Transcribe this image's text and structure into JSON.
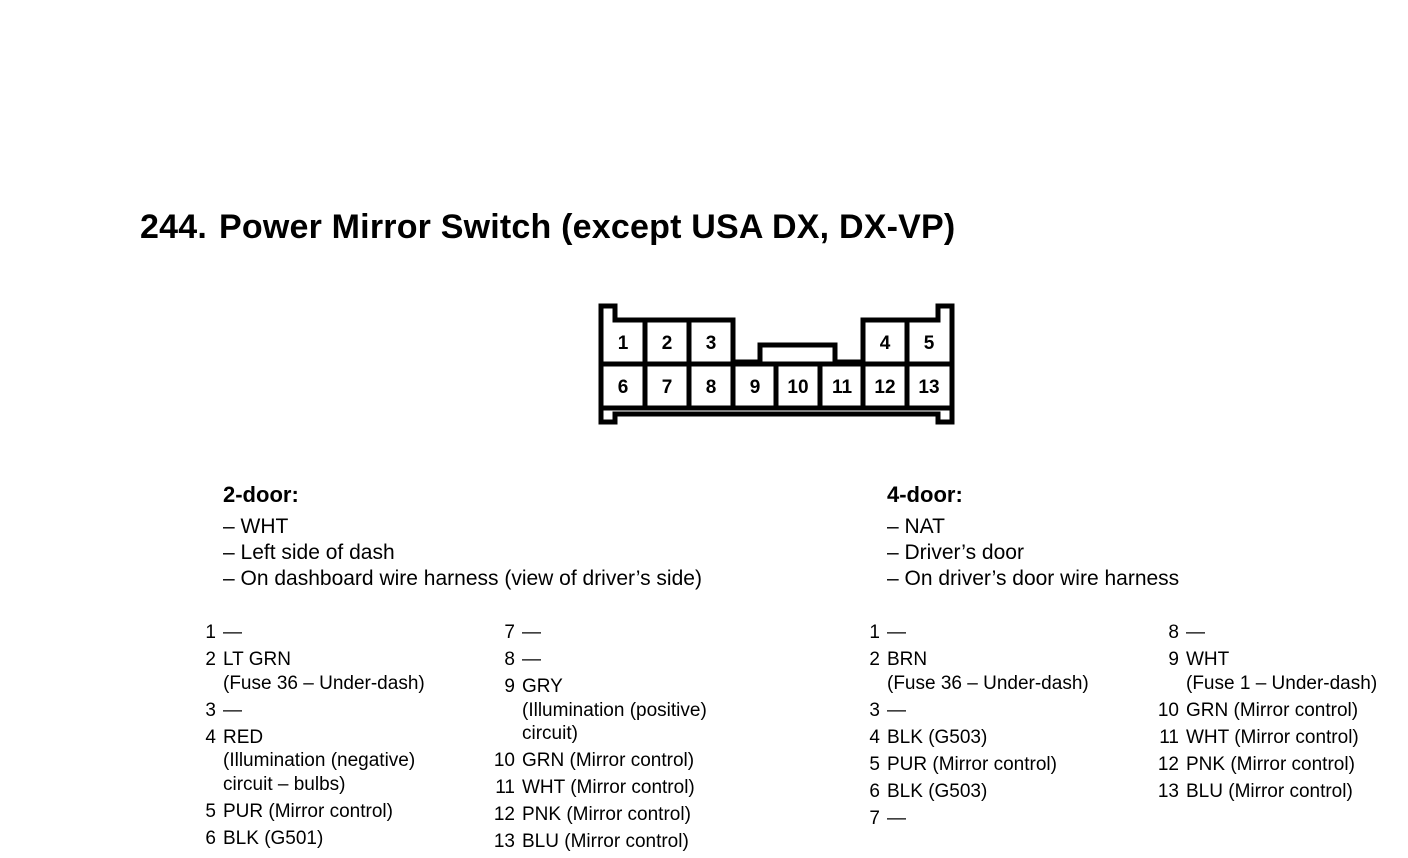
{
  "title": {
    "number": "244.",
    "text": "Power Mirror Switch (except USA DX, DX-VP)"
  },
  "connector": {
    "top_row": [
      "1",
      "2",
      "3",
      "4",
      "5"
    ],
    "bottom_row": [
      "6",
      "7",
      "8",
      "9",
      "10",
      "11",
      "12",
      "13"
    ]
  },
  "two_door": {
    "heading": "2-door:",
    "lines": [
      "– WHT",
      "– Left side of dash",
      "– On dashboard wire harness (view of driver’s side)"
    ],
    "col1": [
      {
        "n": "1",
        "lines": [
          "—"
        ]
      },
      {
        "n": "2",
        "lines": [
          "LT GRN",
          "(Fuse 36 – Under-dash)"
        ]
      },
      {
        "n": "3",
        "lines": [
          "—"
        ]
      },
      {
        "n": "4",
        "lines": [
          "RED",
          "(Illumination (negative)",
          "circuit – bulbs)"
        ]
      },
      {
        "n": "5",
        "lines": [
          "PUR (Mirror control)"
        ]
      },
      {
        "n": "6",
        "lines": [
          "BLK (G501)"
        ]
      }
    ],
    "col2": [
      {
        "n": "7",
        "lines": [
          "—"
        ]
      },
      {
        "n": "8",
        "lines": [
          "—"
        ]
      },
      {
        "n": "9",
        "lines": [
          "GRY",
          "(Illumination (positive)",
          "circuit)"
        ]
      },
      {
        "n": "10",
        "lines": [
          "GRN (Mirror control)"
        ]
      },
      {
        "n": "11",
        "lines": [
          "WHT (Mirror control)"
        ]
      },
      {
        "n": "12",
        "lines": [
          "PNK (Mirror control)"
        ]
      },
      {
        "n": "13",
        "lines": [
          "BLU (Mirror control)"
        ]
      }
    ]
  },
  "four_door": {
    "heading": "4-door:",
    "lines": [
      "– NAT",
      "– Driver’s door",
      "– On driver’s door wire harness"
    ],
    "col1": [
      {
        "n": "1",
        "lines": [
          "—"
        ]
      },
      {
        "n": "2",
        "lines": [
          "BRN",
          "(Fuse 36 – Under-dash)"
        ]
      },
      {
        "n": "3",
        "lines": [
          "—"
        ]
      },
      {
        "n": "4",
        "lines": [
          "BLK (G503)"
        ]
      },
      {
        "n": "5",
        "lines": [
          "PUR (Mirror control)"
        ]
      },
      {
        "n": "6",
        "lines": [
          "BLK (G503)"
        ]
      },
      {
        "n": "7",
        "lines": [
          "—"
        ]
      }
    ],
    "col2": [
      {
        "n": "8",
        "lines": [
          "—"
        ]
      },
      {
        "n": "9",
        "lines": [
          "WHT",
          "(Fuse 1 – Under-dash)"
        ]
      },
      {
        "n": "10",
        "lines": [
          "GRN (Mirror control)"
        ]
      },
      {
        "n": "11",
        "lines": [
          "WHT (Mirror control)"
        ]
      },
      {
        "n": "12",
        "lines": [
          "PNK (Mirror control)"
        ]
      },
      {
        "n": "13",
        "lines": [
          "BLU (Mirror control)"
        ]
      }
    ]
  }
}
